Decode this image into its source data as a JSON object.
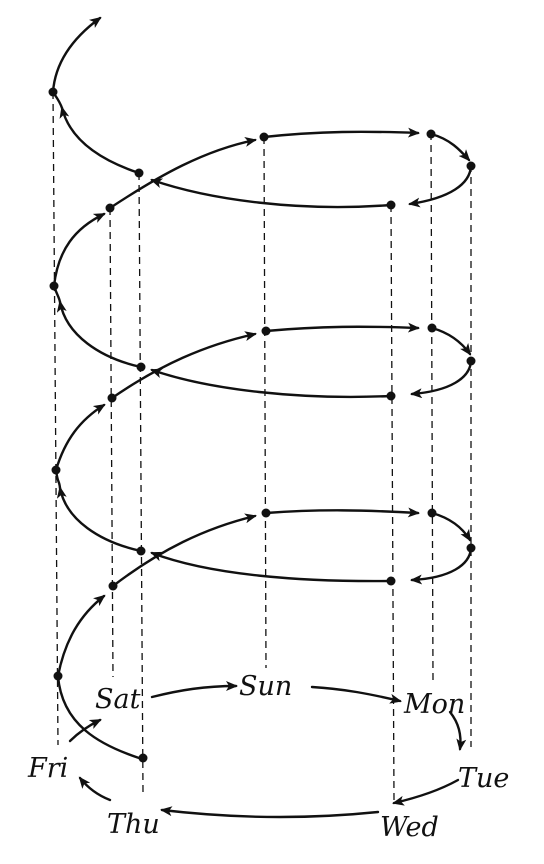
{
  "labels": {
    "sat": "Sat",
    "sun": "Sun",
    "mon": "Mon",
    "tue": "Tue",
    "wed": "Wed",
    "thu": "Thu",
    "fri": "Fri"
  },
  "colors": {
    "ink": "#111111",
    "background": "#ffffff"
  }
}
